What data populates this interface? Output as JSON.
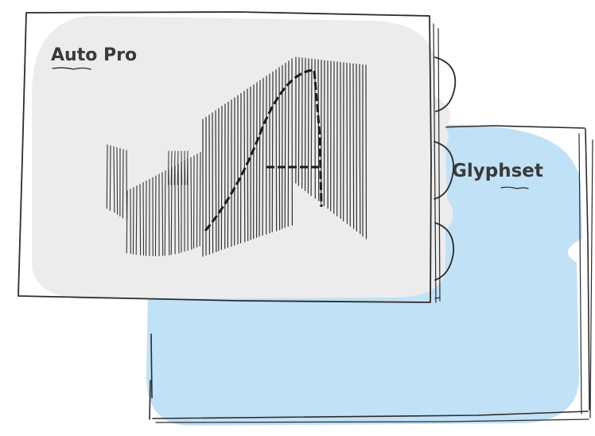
{
  "colors": {
    "back_card_fill": "#c1e1f6",
    "front_card_fill": "#ececec",
    "ink": "#2b2b2b",
    "hatch": "#333333"
  },
  "cards": {
    "front": {
      "title": "Auto Pro",
      "glyph": "A"
    },
    "back": {
      "title": "Glyphset"
    }
  }
}
